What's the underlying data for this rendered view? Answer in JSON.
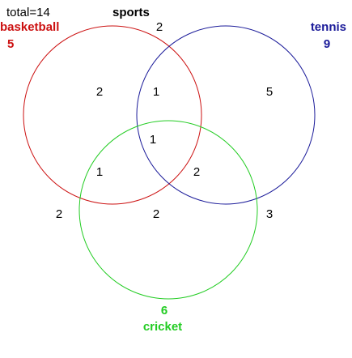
{
  "header": {
    "total_label": "total=14",
    "universe_label": "sports",
    "outside_count": "2"
  },
  "sets": {
    "basketball": {
      "name": "basketball",
      "total": "5",
      "color": "#cc1111"
    },
    "tennis": {
      "name": "tennis",
      "total": "9",
      "color": "#1a1a99"
    },
    "cricket": {
      "name": "cricket",
      "total": "6",
      "color": "#22cc22"
    }
  },
  "regions": {
    "basketball_only": "2",
    "basketball_tennis": "1",
    "tennis_only": "5",
    "all_three": "1",
    "basketball_cricket": "1",
    "tennis_cricket": "2",
    "cricket_only": "2",
    "outside_left": "2",
    "outside_right": "3"
  }
}
